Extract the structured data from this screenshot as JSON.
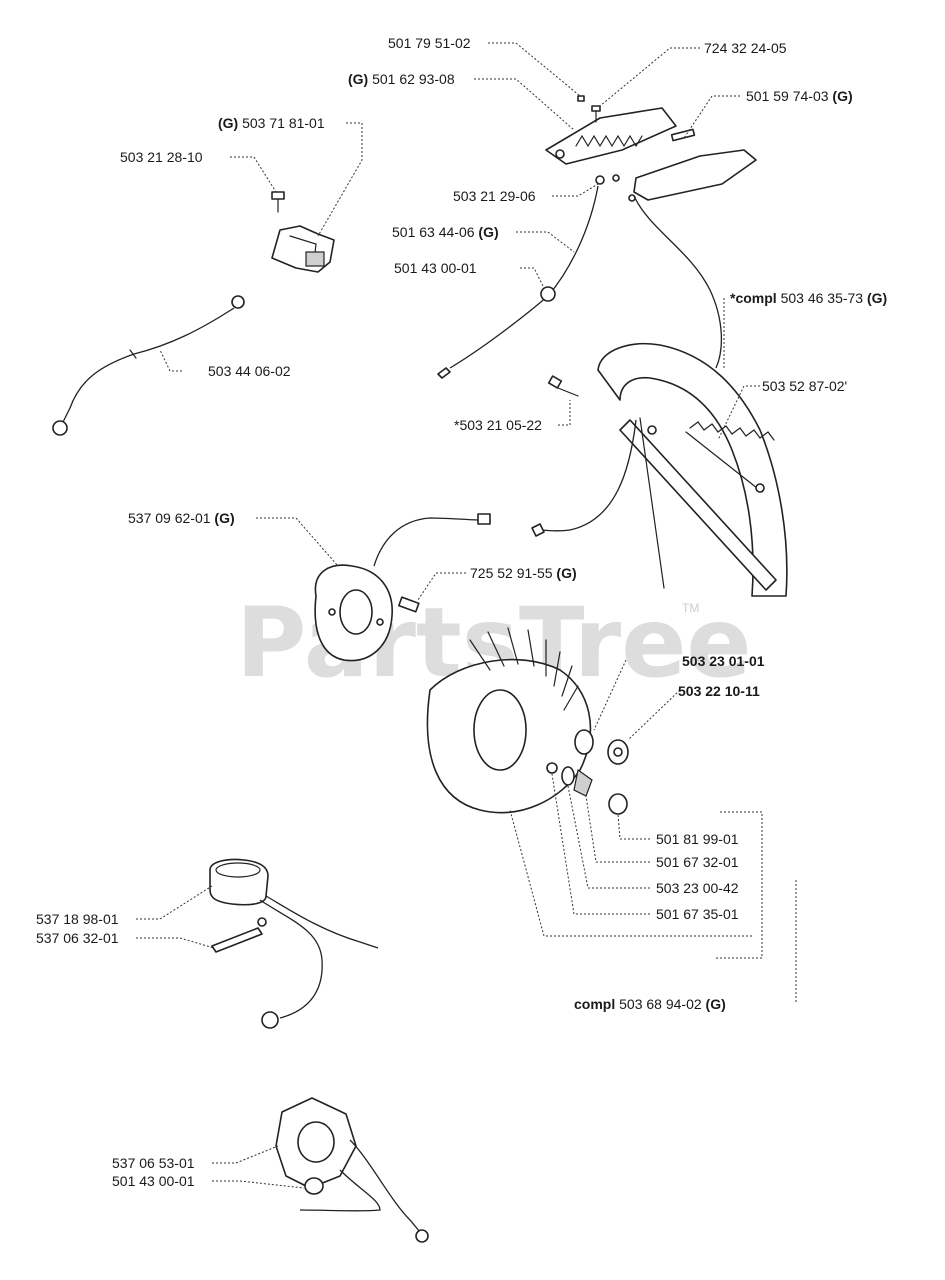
{
  "watermark": {
    "text": "PartsTree",
    "tm": "TM"
  },
  "parts": {
    "p1": {
      "prefix": "",
      "number": "501 79 51-02",
      "suffix": ""
    },
    "p2": {
      "prefix": "",
      "number": "724 32 24-05",
      "suffix": ""
    },
    "p3": {
      "prefix": "(G)",
      "number": "501 62 93-08",
      "suffix": ""
    },
    "p4": {
      "prefix": "",
      "number": "501 59 74-03",
      "suffix": "(G)"
    },
    "p5": {
      "prefix": "(G)",
      "number": "503 71 81-01",
      "suffix": ""
    },
    "p6": {
      "prefix": "",
      "number": "503 21 28-10",
      "suffix": ""
    },
    "p7": {
      "prefix": "",
      "number": "503 21 29-06",
      "suffix": ""
    },
    "p8": {
      "prefix": "",
      "number": "501 63 44-06",
      "suffix": "(G)"
    },
    "p9": {
      "prefix": "",
      "number": "501 43 00-01",
      "suffix": ""
    },
    "p10": {
      "prefix": "*compl",
      "number": "503 46 35-73",
      "suffix": "(G)"
    },
    "p11": {
      "prefix": "",
      "number": "503 44 06-02",
      "suffix": ""
    },
    "p12": {
      "prefix": "",
      "number": "503 52 87-02'",
      "suffix": ""
    },
    "p13": {
      "prefix": "",
      "number": "*503 21 05-22",
      "suffix": ""
    },
    "p14": {
      "prefix": "",
      "number": "537 09 62-01",
      "suffix": "(G)"
    },
    "p15": {
      "prefix": "",
      "number": "725 52 91-55",
      "suffix": "(G)"
    },
    "p16": {
      "prefix": "",
      "number": "503 23 01-01",
      "suffix": ""
    },
    "p17": {
      "prefix": "",
      "number": "503 22 10-11",
      "suffix": ""
    },
    "p18": {
      "prefix": "",
      "number": "501 81 99-01",
      "suffix": ""
    },
    "p19": {
      "prefix": "",
      "number": "501 67 32-01",
      "suffix": ""
    },
    "p20": {
      "prefix": "",
      "number": "503 23 00-42",
      "suffix": ""
    },
    "p21": {
      "prefix": "",
      "number": "501 67 35-01",
      "suffix": ""
    },
    "p22": {
      "prefix": "",
      "number": "537 18 98-01",
      "suffix": ""
    },
    "p23": {
      "prefix": "",
      "number": "537 06 32-01",
      "suffix": ""
    },
    "p24": {
      "prefix": "compl",
      "number": "503 68 94-02",
      "suffix": "(G)"
    },
    "p25": {
      "prefix": "",
      "number": "537 06 53-01",
      "suffix": ""
    },
    "p26": {
      "prefix": "",
      "number": "501 43 00-01",
      "suffix": ""
    }
  }
}
